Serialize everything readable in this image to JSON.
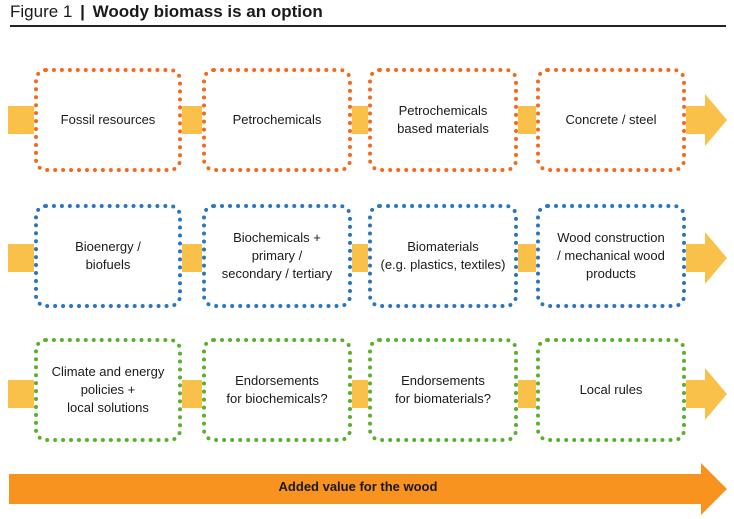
{
  "header": {
    "figure_label": "Figure 1",
    "separator": "|",
    "title": "Woody biomass is an option"
  },
  "rows": [
    {
      "color": "#f26b1d",
      "boxes": [
        "Fossil resources",
        "Petrochemicals",
        "Petrochemicals\nbased materials",
        "Concrete / steel"
      ]
    },
    {
      "color": "#2a76c0",
      "boxes": [
        "Bioenergy /\nbiofuels",
        "Biochemicals +\nprimary /\nsecondary / tertiary",
        "Biomaterials\n(e.g. plastics, textiles)",
        "Wood construction\n/ mechanical wood\nproducts"
      ]
    },
    {
      "color": "#5aaf2d",
      "boxes": [
        "Climate and energy\npolicies +\nlocal solutions",
        "Endorsements\nfor biochemicals?",
        "Endorsements\nfor biomaterials?",
        "Local rules"
      ]
    }
  ],
  "connector_color": "#f9c04a",
  "value_arrow": {
    "label": "Added value for the wood",
    "color": "#f7931e"
  }
}
